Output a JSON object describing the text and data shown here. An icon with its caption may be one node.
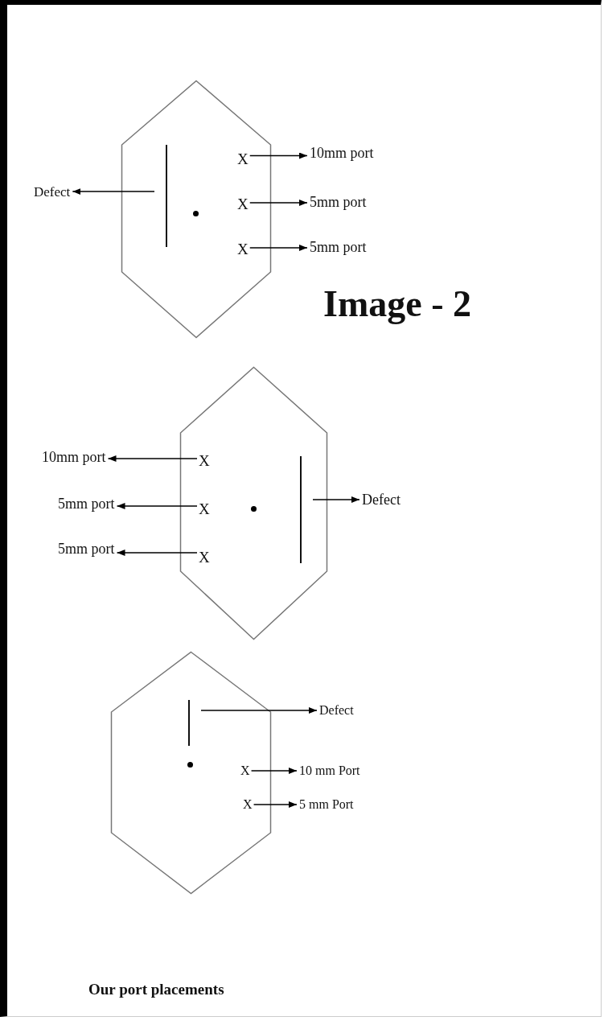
{
  "diagram": {
    "title": "Image - 2",
    "caption": "Our port placements",
    "nodes": [
      {
        "text": [],
        "shape": "hexagon"
      },
      {
        "text": [],
        "shape": "line",
        "in": 0
      },
      {
        "text": [
          "Defect"
        ]
      },
      {
        "text": [
          "X"
        ],
        "in": 0
      },
      {
        "text": [
          "X"
        ],
        "in": 0
      },
      {
        "text": [
          "X"
        ],
        "in": 0
      },
      {
        "text": [
          "10mm port"
        ]
      },
      {
        "text": [
          "5mm port"
        ]
      },
      {
        "text": [
          "5mm port"
        ]
      },
      {
        "text": [],
        "shape": "hexagon"
      },
      {
        "text": [
          "10mm port"
        ]
      },
      {
        "text": [
          "X"
        ],
        "in": 9
      },
      {
        "text": [
          "5mm port"
        ]
      },
      {
        "text": [
          "X"
        ],
        "in": 9
      },
      {
        "text": [
          "5mm port"
        ]
      },
      {
        "text": [
          "X"
        ],
        "in": 9
      },
      {
        "text": [],
        "shape": "line",
        "in": 9
      },
      {
        "text": [
          "Defect"
        ]
      },
      {
        "text": [],
        "shape": "hexagon"
      },
      {
        "text": [],
        "shape": "line",
        "in": 18
      },
      {
        "text": [
          "Defect"
        ]
      },
      {
        "text": [
          "X"
        ],
        "in": 18
      },
      {
        "text": [
          "10 mm Port"
        ]
      },
      {
        "text": [
          "X"
        ],
        "in": 18
      },
      {
        "text": [
          "5 mm Port"
        ]
      }
    ],
    "edges": [
      {
        "from": 1,
        "to": 2,
        "arrow": "to"
      },
      {
        "from": 3,
        "to": 6,
        "arrow": "to"
      },
      {
        "from": 4,
        "to": 7,
        "arrow": "to"
      },
      {
        "from": 5,
        "to": 8,
        "arrow": "to"
      },
      {
        "from": 11,
        "to": 10,
        "arrow": "to"
      },
      {
        "from": 13,
        "to": 12,
        "arrow": "to"
      },
      {
        "from": 15,
        "to": 14,
        "arrow": "to"
      },
      {
        "from": 16,
        "to": 17,
        "arrow": "to"
      },
      {
        "from": 19,
        "to": 20,
        "arrow": "to"
      },
      {
        "from": 21,
        "to": 22,
        "arrow": "to"
      },
      {
        "from": 23,
        "to": 24,
        "arrow": "to"
      }
    ]
  }
}
